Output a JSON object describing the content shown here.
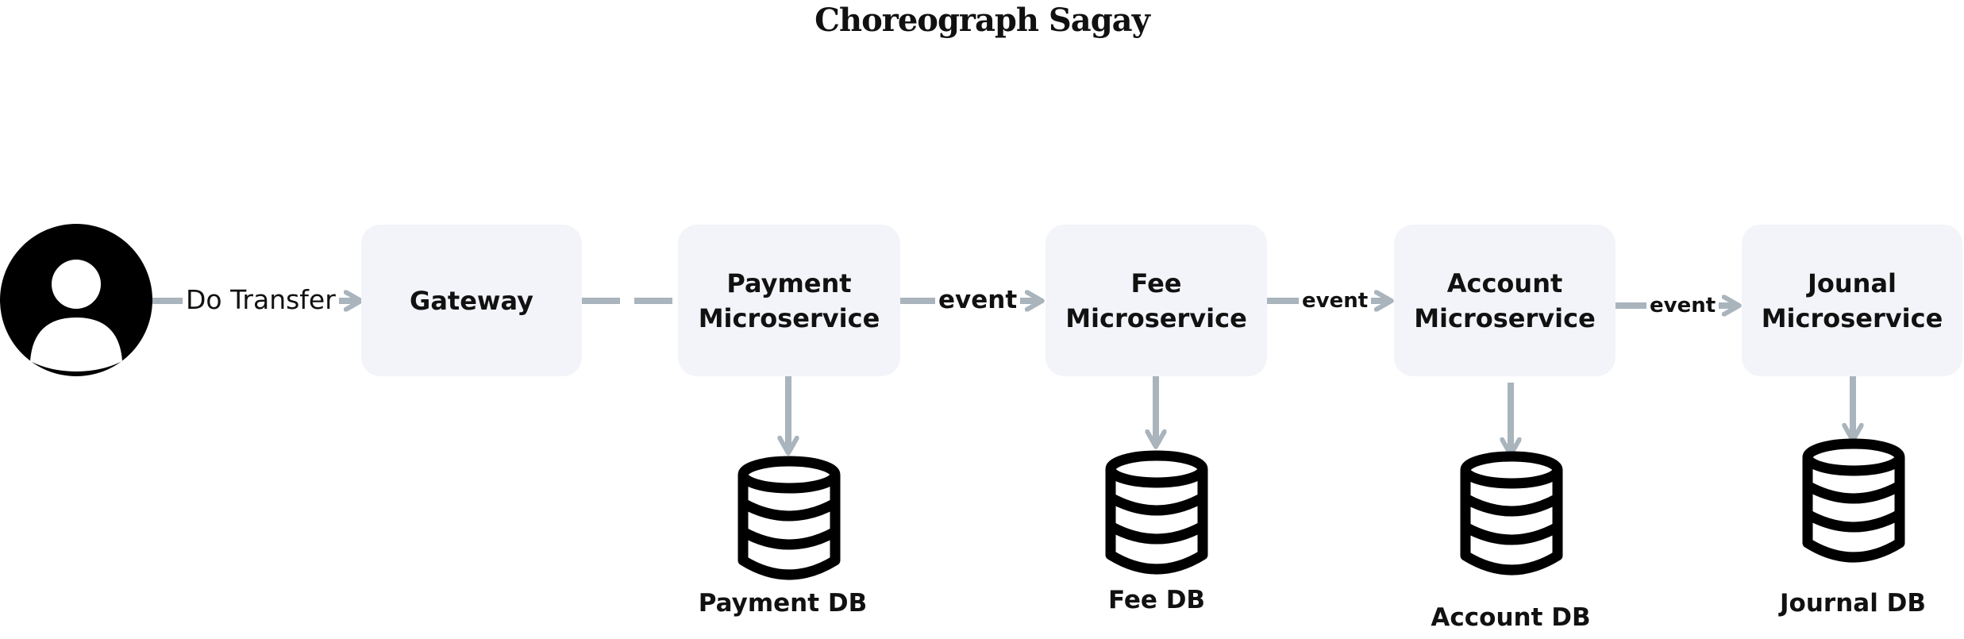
{
  "title": "Choreograph Sagay",
  "nodes": {
    "user": {
      "icon": "user-avatar-icon"
    },
    "gateway": {
      "label": "Gateway"
    },
    "payment": {
      "label": "Payment\nMicroservice"
    },
    "fee": {
      "label": "Fee\nMicroservice"
    },
    "account": {
      "label": "Account\nMicroservice"
    },
    "jounal": {
      "label": "Jounal\nMicroservice"
    }
  },
  "edges": {
    "do_transfer": "Do Transfer",
    "event_payment_fee": "event",
    "event_fee_account": "event",
    "event_account_jounal": "event"
  },
  "databases": {
    "payment": {
      "label": "Payment DB",
      "icon": "database-icon"
    },
    "fee": {
      "label": "Fee DB",
      "icon": "database-icon"
    },
    "account": {
      "label": "Account DB",
      "icon": "database-icon"
    },
    "journal": {
      "label": "Journal DB",
      "icon": "database-icon"
    }
  },
  "colors": {
    "connector": "#a9b4bd",
    "box_fill": "#f3f4f9",
    "ink": "#111111"
  }
}
